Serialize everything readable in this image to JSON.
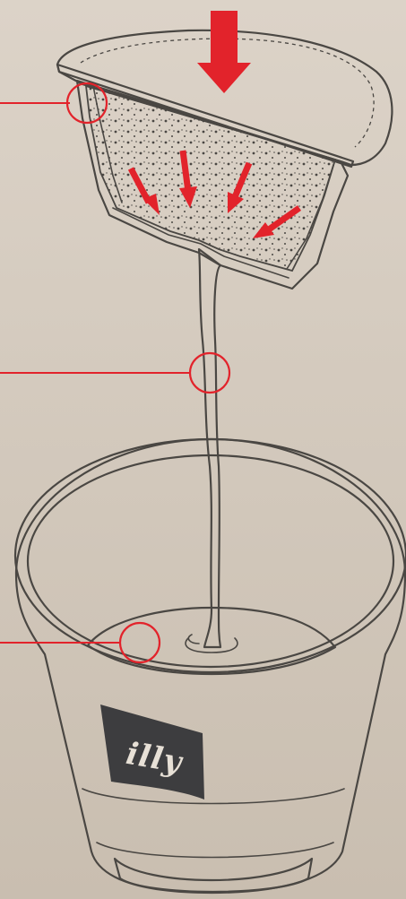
{
  "brand": {
    "logo_text": "illy",
    "logo_color": "#3d3d3f"
  },
  "colors": {
    "background": "#d9d0c5",
    "background_gradient": "#c9beb0",
    "line": "#4a4743",
    "accent": "#e2232b",
    "capsule_fill": "#e7e0d6",
    "coffee_fill": "#ece6dd"
  },
  "callouts": [
    {
      "id": "capsule-filter",
      "target": "capsule"
    },
    {
      "id": "coffee-stream",
      "target": "stream"
    },
    {
      "id": "coffee-surface",
      "target": "cup"
    }
  ],
  "pressure_arrows": {
    "count": 5
  }
}
